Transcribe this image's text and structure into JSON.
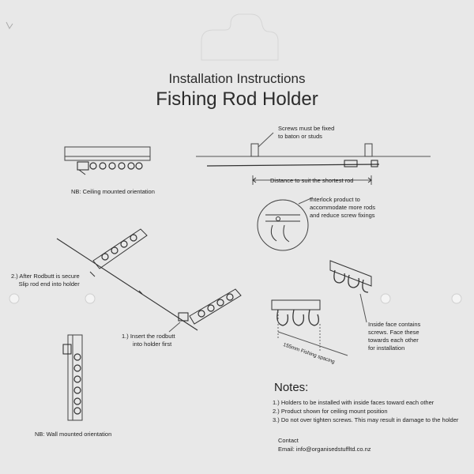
{
  "header": {
    "title": "Installation Instructions",
    "product": "Fishing Rod Holder"
  },
  "labels": {
    "screws_fixed": [
      "Screws must be fixed",
      "to baton or studs"
    ],
    "distance": "Distance to suit the shortest rod",
    "ceiling": "NB: Ceiling mounted orientation",
    "interlock": [
      "Interlock product to",
      "accommodate more rods",
      "and reduce screw fixings"
    ],
    "after_rodbutt": [
      "2.) After Rodbutt is secure",
      "Slip rod end into holder"
    ],
    "insert_rodbutt": [
      "1.) Insert the rodbutt",
      "into holder first"
    ],
    "inside_face": [
      "Inside face contains",
      "screws. Face these",
      "towards each other",
      "for installation"
    ],
    "spacing": "155mm Fishing spacing",
    "wall": "NB: Wall mounted orientation"
  },
  "notes": {
    "heading": "Notes:",
    "items": [
      "1.) Holders to be installed with inside faces toward each other",
      "2.) Product shown for ceiling mount position",
      "3.) Do not over tighten screws. This may result in damage to the holder"
    ]
  },
  "contact": {
    "heading": "Contact",
    "email": "Email: info@organisedstuffltd.co.nz"
  }
}
